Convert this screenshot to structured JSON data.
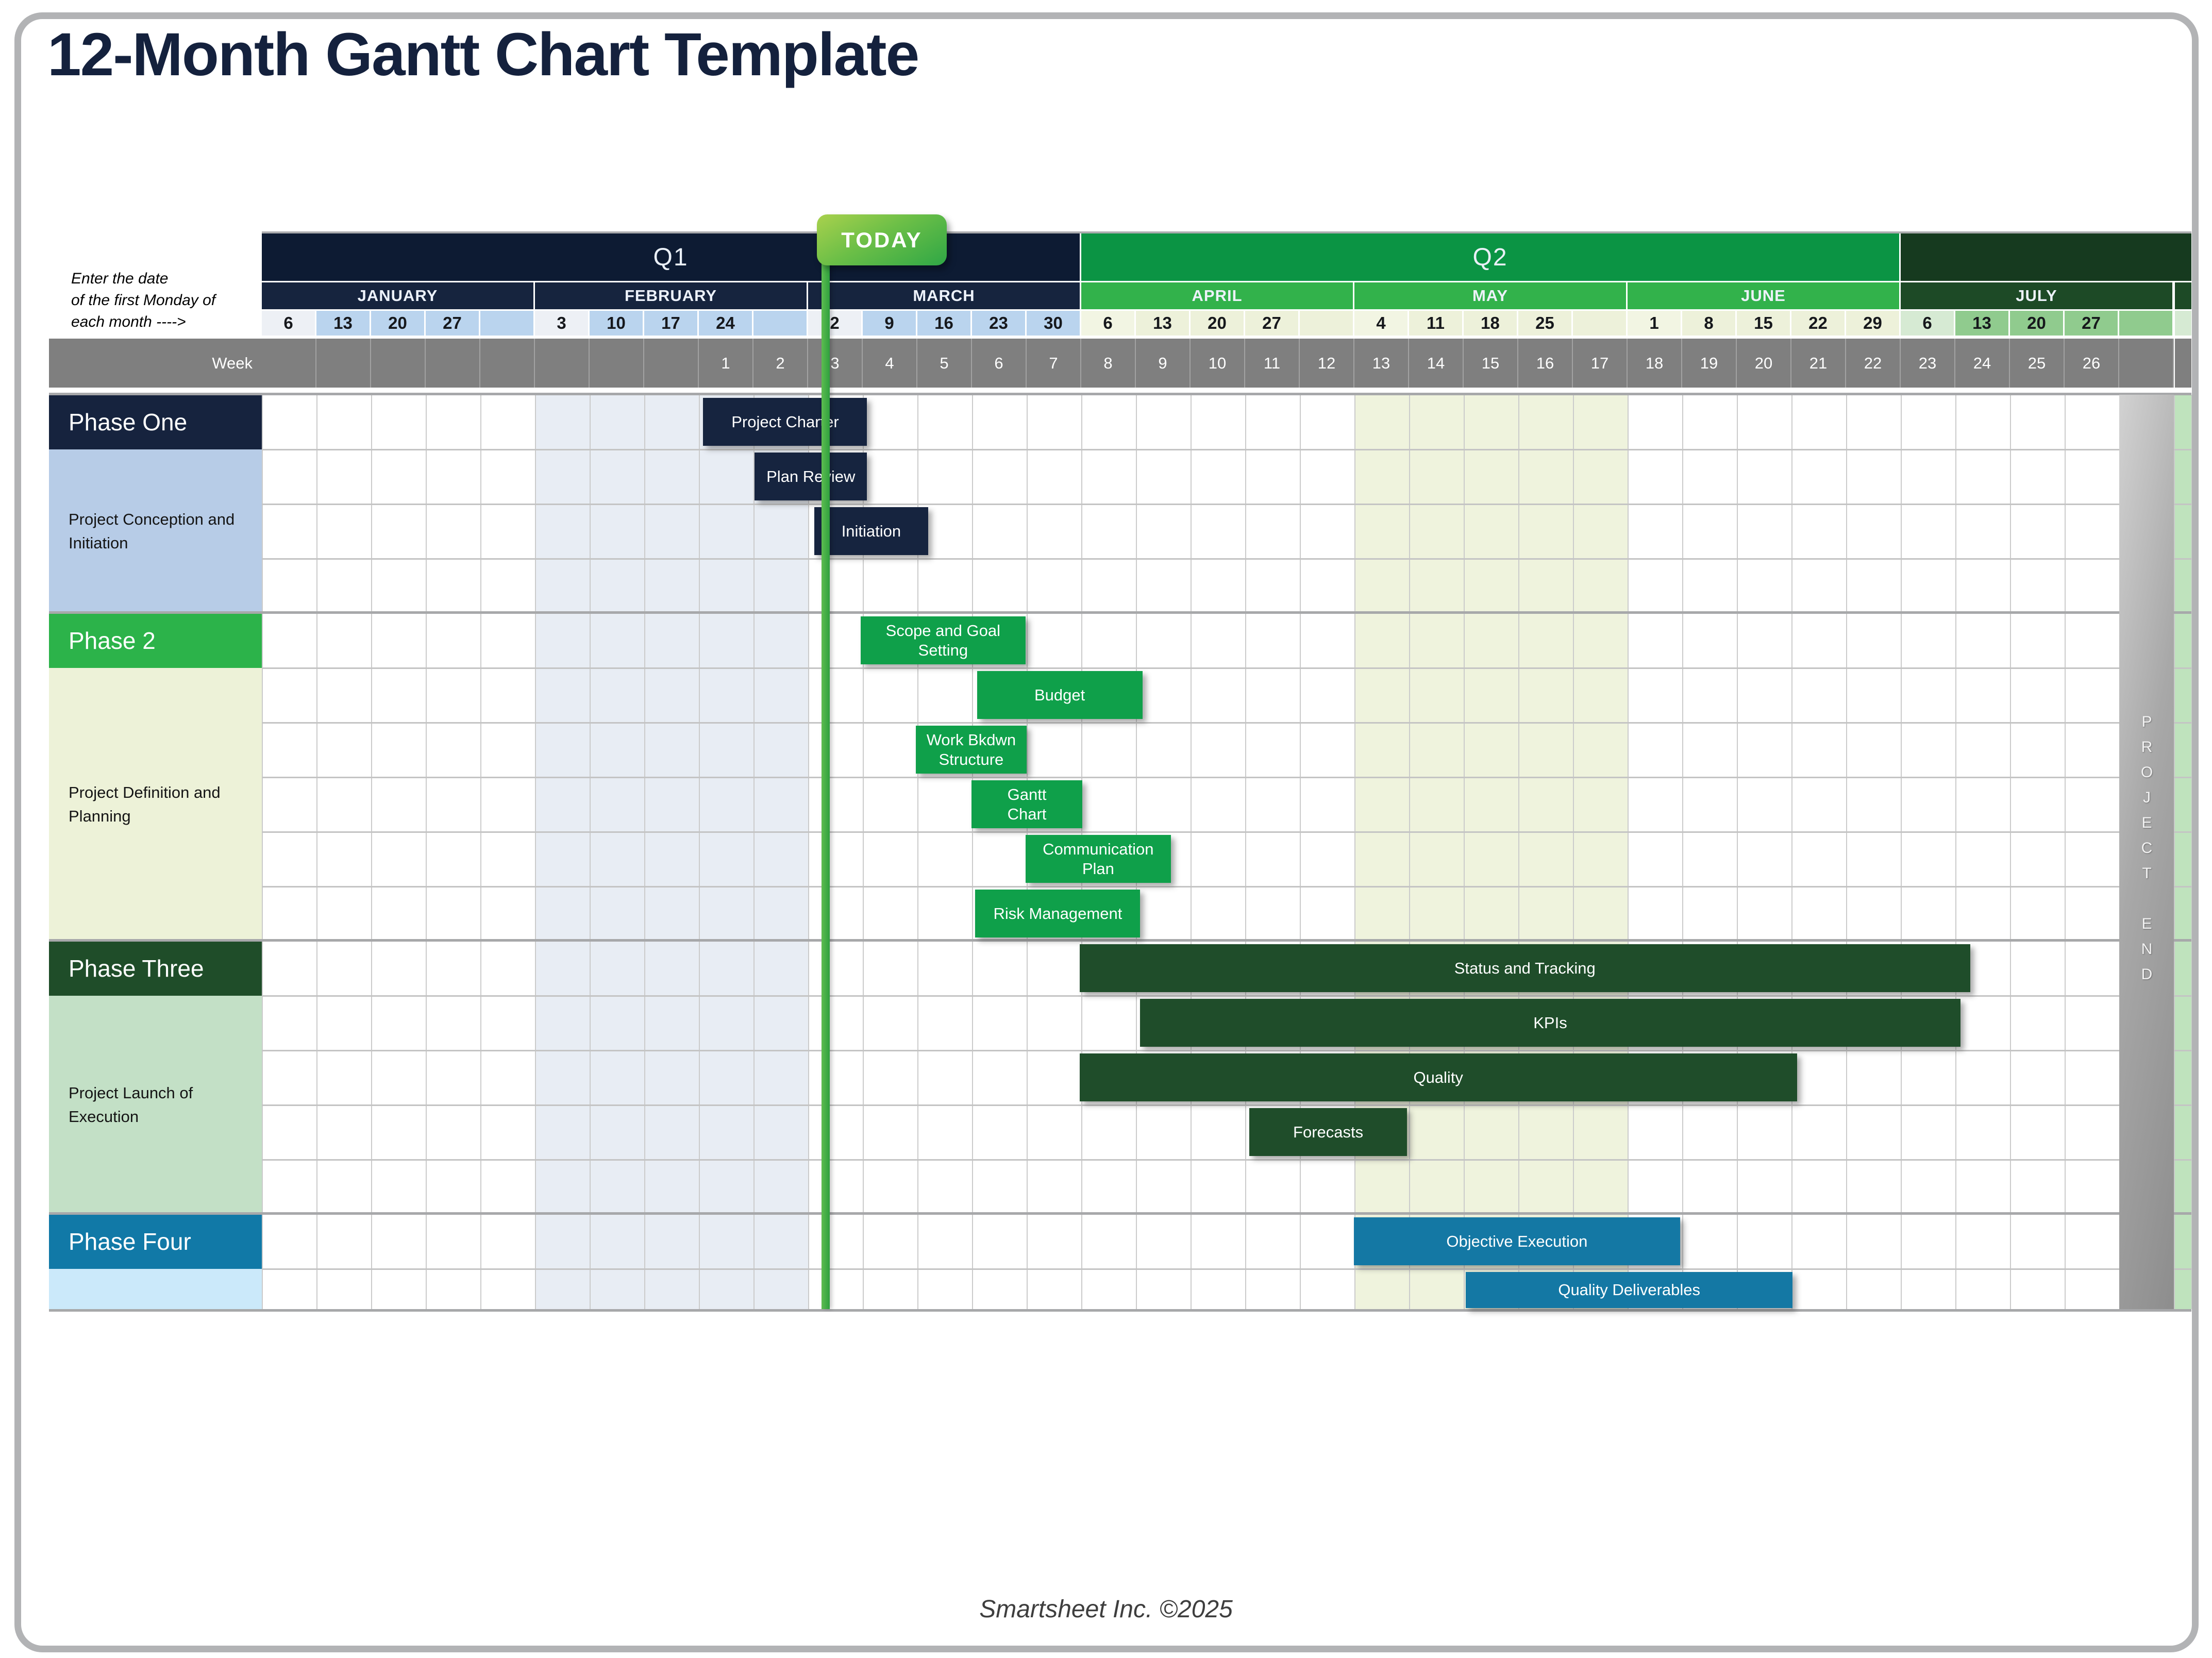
{
  "title": "12-Month Gantt Chart Template",
  "note_lines": [
    "Enter the date",
    "of the first Monday of",
    "each month ---->"
  ],
  "week_row_label": "Week",
  "today_label": "TODAY",
  "project_end_label": "PROJECT END",
  "footer": "Smartsheet Inc. ©2025",
  "colors": {
    "title_navy": "#14213D",
    "q1_quarter": "#0D1B33",
    "q1_month": "#16243E",
    "q1_date_first": "#EDF0F5",
    "q1_date": "#BAD4EE",
    "q2_quarter": "#0B9444",
    "q2_month": "#32B24B",
    "q2_date_first": "#F2F5E3",
    "q2_date": "#EDF1DA",
    "q3_quarter": "#163A1F",
    "q3_month": "#1D4A26",
    "q3_date_first": "#D6EAD3",
    "q3_date": "#90CB8E",
    "week_row_gray": "#7F7F7F",
    "phase1_header": "#16233E",
    "phase1_label": "#B7CCE7",
    "phase1_bar": "#16243F",
    "phase2_header": "#2CB34A",
    "phase2_label": "#EDF2D8",
    "phase2_bar": "#0FA04A",
    "phase3_header": "#1F4D29",
    "phase3_label": "#C3E0C6",
    "phase3_bar": "#1F4D2A",
    "phase4_header": "#1179A7",
    "phase4_label": "#CBE9FA",
    "phase4_bar": "#1478A4",
    "feb_body_shading": "#E8EDF4",
    "may_body_shading": "#EFF3DD",
    "right_edge_shading": "#BFE3BD",
    "today_light": "#A9D14D",
    "today_dark": "#2FA746"
  },
  "chart_data": {
    "type": "gantt",
    "title": "12-Month Gantt Chart Template",
    "quarters": [
      {
        "label": "Q1",
        "months": [
          "JANUARY",
          "FEBRUARY",
          "MARCH"
        ]
      },
      {
        "label": "Q2",
        "months": [
          "APRIL",
          "MAY",
          "JUNE"
        ]
      },
      {
        "label": "",
        "months": [
          "JULY"
        ]
      }
    ],
    "months": [
      {
        "name": "JANUARY",
        "quarter": 0,
        "dates": [
          6,
          13,
          20,
          27,
          ""
        ]
      },
      {
        "name": "FEBRUARY",
        "quarter": 0,
        "dates": [
          3,
          10,
          17,
          24,
          ""
        ],
        "body_shaded": true
      },
      {
        "name": "MARCH",
        "quarter": 0,
        "dates": [
          2,
          9,
          16,
          23,
          30
        ]
      },
      {
        "name": "APRIL",
        "quarter": 1,
        "dates": [
          6,
          13,
          20,
          27,
          ""
        ]
      },
      {
        "name": "MAY",
        "quarter": 1,
        "dates": [
          4,
          11,
          18,
          25,
          ""
        ],
        "body_shaded": true
      },
      {
        "name": "JUNE",
        "quarter": 1,
        "dates": [
          1,
          8,
          15,
          22,
          29
        ]
      },
      {
        "name": "JULY",
        "quarter": 2,
        "dates": [
          6,
          13,
          20,
          27,
          ""
        ]
      }
    ],
    "week_numbers_start_col": 8,
    "weeks": [
      1,
      2,
      3,
      4,
      5,
      6,
      7,
      8,
      9,
      10,
      11,
      12,
      13,
      14,
      15,
      16,
      17,
      18,
      19,
      20,
      21,
      22,
      23,
      24,
      25,
      26
    ],
    "phases": [
      {
        "name": "Phase One",
        "description": "Project Conception and Initiation",
        "header_row": 0,
        "rows": 4,
        "tasks": [
          {
            "name": "Project Charter",
            "row": 0,
            "start_col": 8.08,
            "end_col": 11.08
          },
          {
            "name": "Plan Review",
            "row": 1,
            "start_col": 9.02,
            "end_col": 11.08
          },
          {
            "name": "Initiation",
            "row": 2,
            "start_col": 10.11,
            "end_col": 12.2
          }
        ]
      },
      {
        "name": "Phase 2",
        "description": "Project Definition and Planning",
        "header_row": 4,
        "rows": 6,
        "tasks": [
          {
            "name": "Scope and Goal\nSetting",
            "row": 4,
            "start_col": 10.96,
            "end_col": 13.98
          },
          {
            "name": "Budget",
            "row": 5,
            "start_col": 13.09,
            "end_col": 16.12
          },
          {
            "name": "Work Bkdwn\nStructure",
            "row": 6,
            "start_col": 11.97,
            "end_col": 14.0
          },
          {
            "name": "Gantt\nChart",
            "row": 7,
            "start_col": 12.99,
            "end_col": 15.02
          },
          {
            "name": "Communication\nPlan",
            "row": 8,
            "start_col": 13.98,
            "end_col": 16.64
          },
          {
            "name": "Risk Management",
            "row": 9,
            "start_col": 13.06,
            "end_col": 16.08
          }
        ]
      },
      {
        "name": "Phase Three",
        "description": "Project Launch of Execution",
        "header_row": 10,
        "rows": 5,
        "tasks": [
          {
            "name": "Status  and Tracking",
            "row": 10,
            "start_col": 14.97,
            "end_col": 31.27
          },
          {
            "name": "KPIs",
            "row": 11,
            "start_col": 16.08,
            "end_col": 31.09
          },
          {
            "name": "Quality",
            "row": 12,
            "start_col": 14.97,
            "end_col": 28.1
          },
          {
            "name": "Forecasts",
            "row": 13,
            "start_col": 18.08,
            "end_col": 20.96
          }
        ]
      },
      {
        "name": "Phase Four",
        "description": "",
        "header_row": 15,
        "rows": 2,
        "tasks": [
          {
            "name": "Objective Execution",
            "row": 15,
            "start_col": 19.99,
            "end_col": 25.96
          },
          {
            "name": "Quality Deliverables",
            "row": 16,
            "start_col": 22.04,
            "end_col": 28.02
          }
        ]
      }
    ]
  }
}
